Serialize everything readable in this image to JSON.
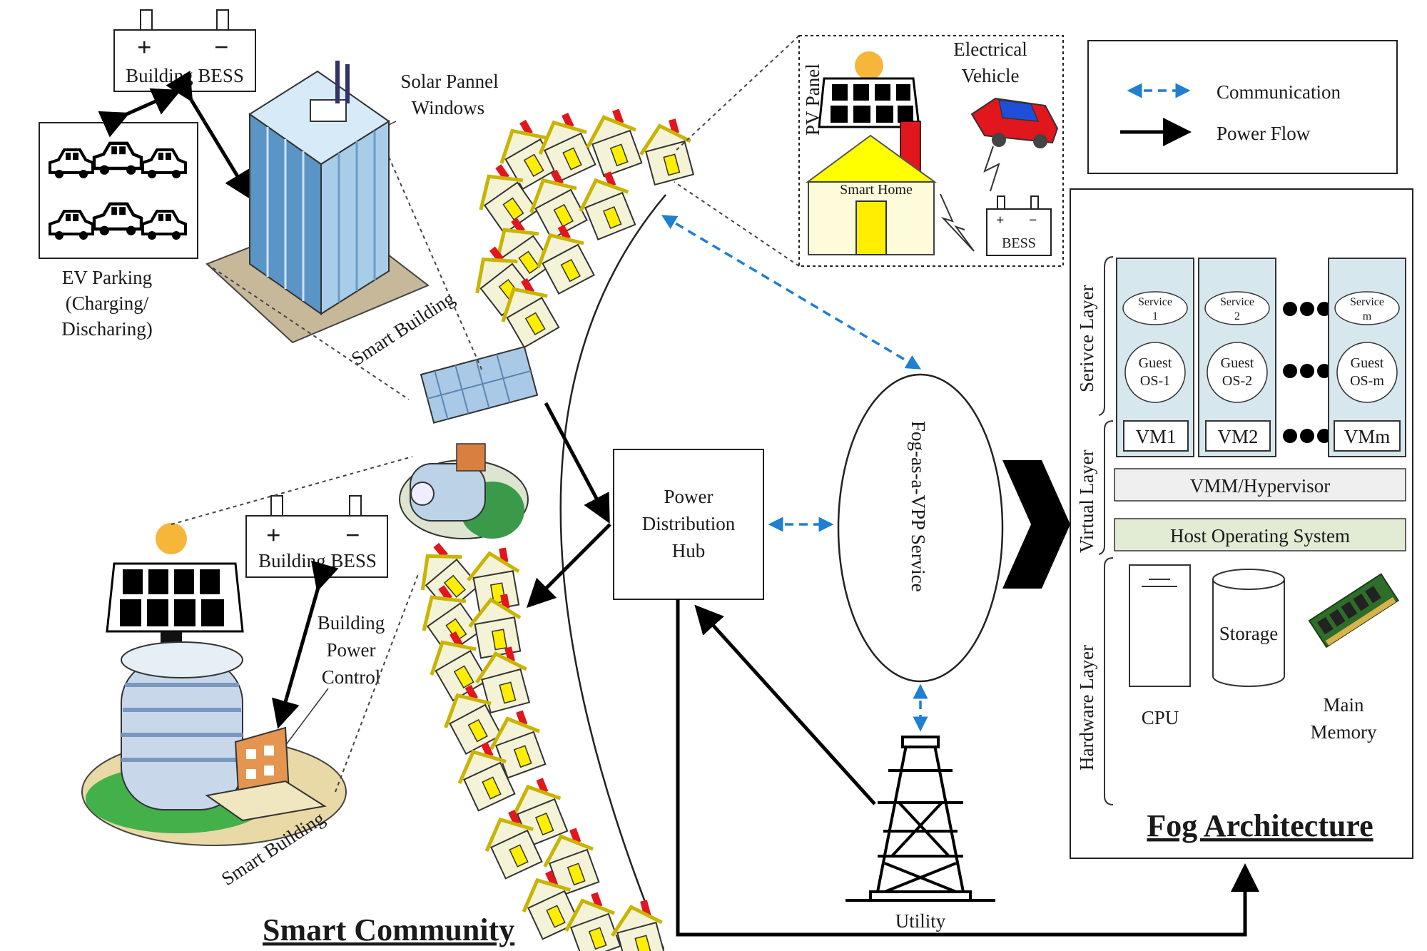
{
  "legend": {
    "communication": "Communication",
    "power_flow": "Power Flow"
  },
  "smart_community": {
    "heading": "Smart Community",
    "top_building": {
      "bess_label": "Building BESS",
      "solar_windows_label_1": "Solar Pannel",
      "solar_windows_label_2": "Windows",
      "ev_parking_1": "EV Parking",
      "ev_parking_2": "(Charging/",
      "ev_parking_3": "Discharing)",
      "building_label": "Smart Building"
    },
    "bottom_building": {
      "bess_label": "Building BESS",
      "power_control_1": "Building",
      "power_control_2": "Power",
      "power_control_3": "Control",
      "building_label": "Smart Building"
    },
    "smart_home_inset": {
      "pv_panel_label": "PV Panel",
      "ev_label_1": "Electrical",
      "ev_label_2": "Vehicle",
      "home_label": "Smart Home",
      "bess_label": "BESS"
    }
  },
  "hub": {
    "line_1": "Power",
    "line_2": "Distribution",
    "line_3": "Hub"
  },
  "fog_service": {
    "label": "Fog-as-a-VPP Service"
  },
  "utility": {
    "label": "Utility"
  },
  "fog_architecture": {
    "heading": "Fog Architecture",
    "service_layer": "Serivce Layer",
    "virtual_layer": "Virtual Layer",
    "hardware_layer": "Hardware Layer",
    "vms": [
      {
        "service_1": "Service",
        "service_2": "1",
        "guest_1": "Guest",
        "guest_2": "OS-1",
        "vm": "VM1"
      },
      {
        "service_1": "Service",
        "service_2": "2",
        "guest_1": "Guest",
        "guest_2": "OS-2",
        "vm": "VM2"
      },
      {
        "service_1": "Service",
        "service_2": "m",
        "guest_1": "Guest",
        "guest_2": "OS-m",
        "vm": "VMm"
      }
    ],
    "vmm": "VMM/Hypervisor",
    "host_os": "Host Operating System",
    "cpu": "CPU",
    "storage": "Storage",
    "memory_1": "Main",
    "memory_2": "Memory"
  },
  "colors": {
    "communication_arrow": "#1f7fd0",
    "power_arrow": "#000000",
    "house_roof": "#c9b400",
    "house_door": "#ffee00",
    "vm_column": "#d6e8ee",
    "layer_bar": "#e2ebd4"
  }
}
